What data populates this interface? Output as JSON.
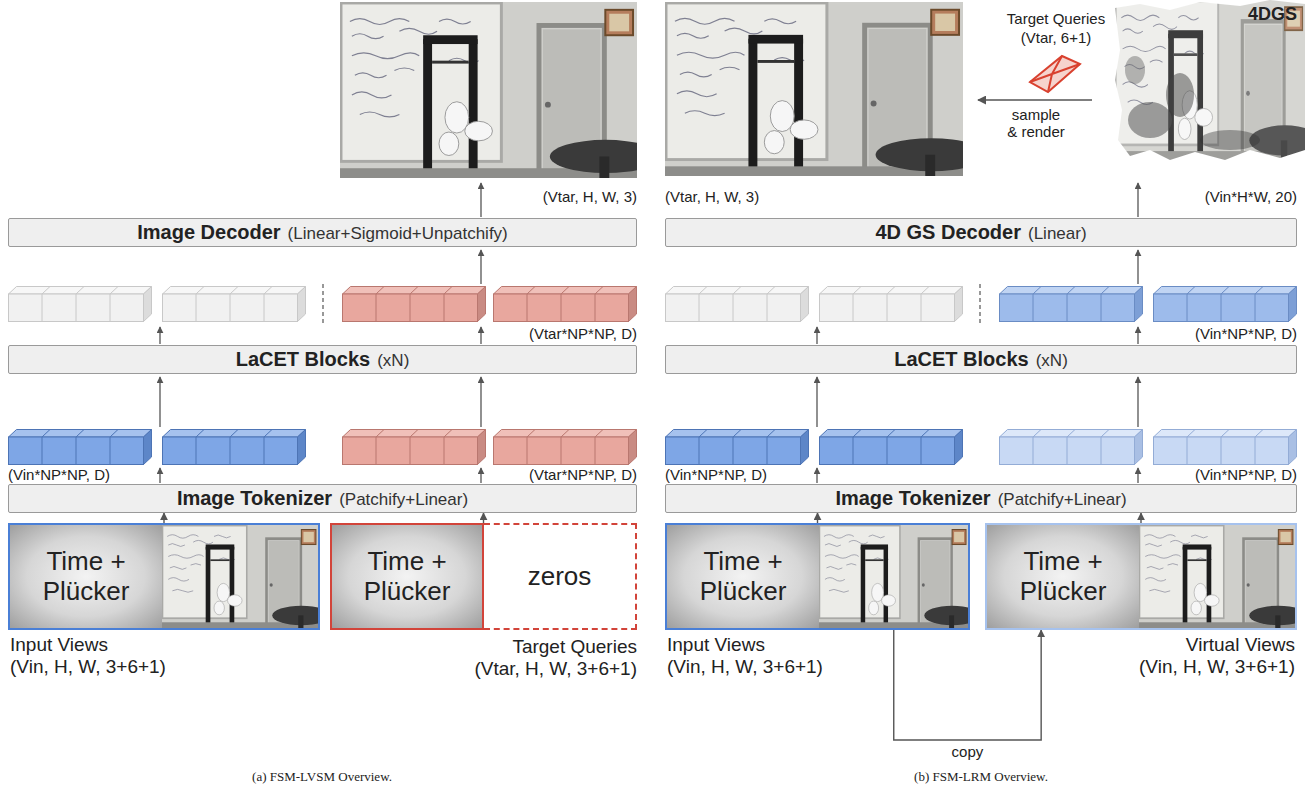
{
  "diagram": {
    "nodes": [
      {
        "text": [
          "Image Decoder",
          "(Linear+Sigmoid+Unpatchify)"
        ]
      },
      {
        "text": [
          "LaCET Blocks",
          "(xN)"
        ]
      },
      {
        "text": [
          "Image Tokenizer",
          "(Patchify+Linear)"
        ]
      },
      {
        "text": [
          "Input Views",
          "(Vin, H, W, 3+6+1)"
        ]
      },
      {
        "text": [
          "Time + Plücker"
        ],
        "in": 3
      },
      {
        "text": [
          "Target Queries",
          "(Vtar, H, W, 3+6+1)"
        ]
      },
      {
        "text": [
          "Time + Plücker"
        ],
        "in": 5
      },
      {
        "text": [
          "zeros"
        ],
        "in": 5
      },
      {
        "text": [
          "4D GS Decoder",
          "(Linear)"
        ]
      },
      {
        "text": [
          "LaCET Blocks",
          "(xN)"
        ]
      },
      {
        "text": [
          "Image Tokenizer",
          "(Patchify+Linear)"
        ]
      },
      {
        "text": [
          "Input Views",
          "(Vin, H, W, 3+6+1)"
        ]
      },
      {
        "text": [
          "Time + Plücker"
        ],
        "in": 11
      },
      {
        "text": [
          "Virtual Views",
          "(Vin, H, W, 3+6+1)"
        ]
      },
      {
        "text": [
          "Time + Plücker"
        ],
        "in": 13
      }
    ],
    "edges": [
      {
        "from": 3,
        "to": 2,
        "arrow": "to"
      },
      {
        "from": 5,
        "to": 2,
        "arrow": "to"
      },
      {
        "from": 11,
        "to": 10,
        "arrow": "to"
      },
      {
        "from": 13,
        "to": 10,
        "arrow": "to"
      },
      {
        "from": 11,
        "to": 13,
        "label": "copy",
        "arrow": "to"
      }
    ],
    "labels": [
      "(Vtar, H, W, 3)",
      "Target Queries",
      "(Vtar, 6+1)",
      "4DGS",
      "sample",
      "& render",
      "(Vtar, H, W, 3)",
      "(Vin*H*W, 20)",
      "(Vtar*NP*NP, D)",
      "(Vin*NP*NP, D)",
      "(Vin*NP*NP, D)",
      "(Vtar*NP*NP, D)",
      "(Vin*NP*NP, D)",
      "(Vin*NP*NP, D)",
      "(a) FSM-LVSM Overview.",
      "(b) FSM-LRM Overview."
    ]
  }
}
